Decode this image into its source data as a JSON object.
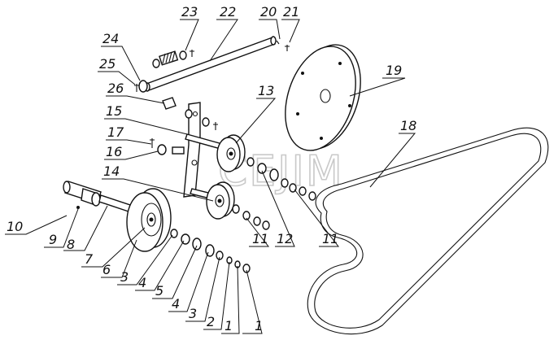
{
  "watermark": "CEJIM",
  "callouts": {
    "c23": "23",
    "c22": "22",
    "c20": "20",
    "c21": "21",
    "c24": "24",
    "c25": "25",
    "c19": "19",
    "c26": "26",
    "c13": "13",
    "c15": "15",
    "c17": "17",
    "c16": "16",
    "c18": "18",
    "c14": "14",
    "c10": "10",
    "c9": "9",
    "c8": "8",
    "c7": "7",
    "c6": "6",
    "c3a": "3",
    "c4a": "4",
    "c5": "5",
    "c4b": "4",
    "c3b": "3",
    "c2": "2",
    "c1a": "1",
    "c1b": "1",
    "c11a": "11",
    "c12": "12",
    "c11b": "11"
  }
}
